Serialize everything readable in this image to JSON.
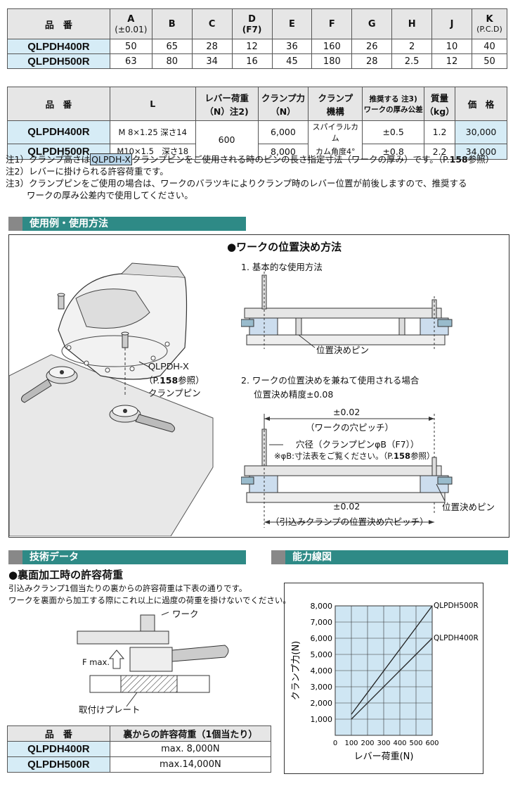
{
  "table1": {
    "headers": [
      "品　番",
      "A",
      "(±0.01)",
      "B",
      "C",
      "D",
      "(F7)",
      "E",
      "F",
      "G",
      "H",
      "J",
      "K",
      "(P.C.D)"
    ],
    "rows": [
      {
        "pn": "QLPDH400R",
        "cells": [
          "50",
          "65",
          "28",
          "12",
          "36",
          "160",
          "26",
          "2",
          "10",
          "40"
        ]
      },
      {
        "pn": "QLPDH500R",
        "cells": [
          "63",
          "80",
          "34",
          "16",
          "45",
          "180",
          "28",
          "2.5",
          "12",
          "50"
        ]
      }
    ]
  },
  "table2": {
    "headers": {
      "pn": "品　番",
      "L": "L",
      "lever1": "レバー荷重",
      "lever2": "（N）注2)",
      "clamp1": "クランプ力",
      "clamp2": "（N）",
      "mech1": "クランプ",
      "mech2": "機構",
      "thick1": "推奨する 注3)",
      "thick2": "ワークの厚み公差",
      "mass1": "質量",
      "mass2": "（kg）",
      "price": "価　格"
    },
    "rows": [
      {
        "pn": "QLPDH400R",
        "L": "M 8×1.25 深さ14",
        "clamp": "6,000",
        "mech": "スパイラルカム",
        "tol": "±0.5",
        "mass": "1.2",
        "price": "30,000"
      },
      {
        "pn": "QLPDH500R",
        "L": "M10×1.5　深さ18",
        "clamp": "8,000",
        "mech": "カム角度4°",
        "tol": "±0.8",
        "mass": "2.2",
        "price": "34,000"
      }
    ],
    "lever": "600"
  },
  "notes": {
    "n1a": "注1）クランプ高さは",
    "n1link": "QLPDH-X",
    "n1b": "クランプピンをご使用される時のピンの長さ指定寸法（ワークの厚み）です。（P.",
    "n1page": "158",
    "n1c": "参照）",
    "n2": "注2）レバーに掛けられる許容荷重です。",
    "n3a": "注3）クランプピンをご使用の場合は、ワークのバラツキによりクランプ時のレバー位置が前後しますので、推奨する",
    "n3b": "ワークの厚み公差内で使用してください。"
  },
  "usage": {
    "bar": "使用例・使用方法",
    "pin_model": "QLPDH-X",
    "pin_ref_a": "（P.",
    "pin_ref_page": "158",
    "pin_ref_b": "参照）",
    "pin_label": "クランプピン",
    "title": "●ワークの位置決め方法",
    "step1": "1. 基本的な使用方法",
    "pos_pin": "位置決めピン",
    "step2": "2. ワークの位置決めを兼ねて使用される場合",
    "accuracy": "位置決め精度±0.08",
    "pitch_val": "±0.02",
    "pitch_work": "（ワークの穴ピッチ）",
    "hole": "穴径（クランプピンφB（F7））",
    "hole_note_a": "※φB:寸法表をご覧ください。（P.",
    "hole_note_page": "158",
    "hole_note_b": "参照）",
    "pitch_val2": "±0.02",
    "pitch_clamp": "（引込みクランプの位置決め穴ピッチ）",
    "pos_pin2": "位置決めピン"
  },
  "tech": {
    "bar": "技術データ",
    "title": "●裏面加工時の許容荷重",
    "desc1": "引込みクランプ1個当たりの裏からの許容荷重は下表の通りです。",
    "desc2": "ワークを裏面から加工する際にこれ以上に過度の荷重を掛けないでください。",
    "work": "ワーク",
    "fmax": "F max.",
    "plate": "取付けプレート",
    "table": {
      "h1": "品　番",
      "h2": "裏からの許容荷重（1個当たり）",
      "rows": [
        {
          "pn": "QLPDH400R",
          "v": "max. 8,000N"
        },
        {
          "pn": "QLPDH500R",
          "v": "max.14,000N"
        }
      ]
    }
  },
  "capability": {
    "bar": "能力線図"
  },
  "chart_data": {
    "type": "line",
    "xlabel": "レバー荷重(N)",
    "ylabel": "クランプ力(N)",
    "xlim": [
      0,
      600
    ],
    "ylim": [
      0,
      8000
    ],
    "xticks": [
      0,
      100,
      200,
      300,
      400,
      500,
      600
    ],
    "yticks": [
      1000,
      2000,
      3000,
      4000,
      5000,
      6000,
      7000,
      8000
    ],
    "xtick_labels": [
      "0",
      "100",
      "200",
      "300",
      "400",
      "500",
      "600"
    ],
    "ytick_labels": [
      "1,000",
      "2,000",
      "3,000",
      "4,000",
      "5,000",
      "6,000",
      "7,000",
      "8,000"
    ],
    "grid": true,
    "series": [
      {
        "name": "QLPDH500R",
        "x": [
          100,
          600
        ],
        "y": [
          1300,
          8000
        ]
      },
      {
        "name": "QLPDH400R",
        "x": [
          100,
          600
        ],
        "y": [
          1000,
          6000
        ]
      }
    ],
    "colors": {
      "plot_bg": "#cfe6f3",
      "line": "#222222"
    }
  }
}
